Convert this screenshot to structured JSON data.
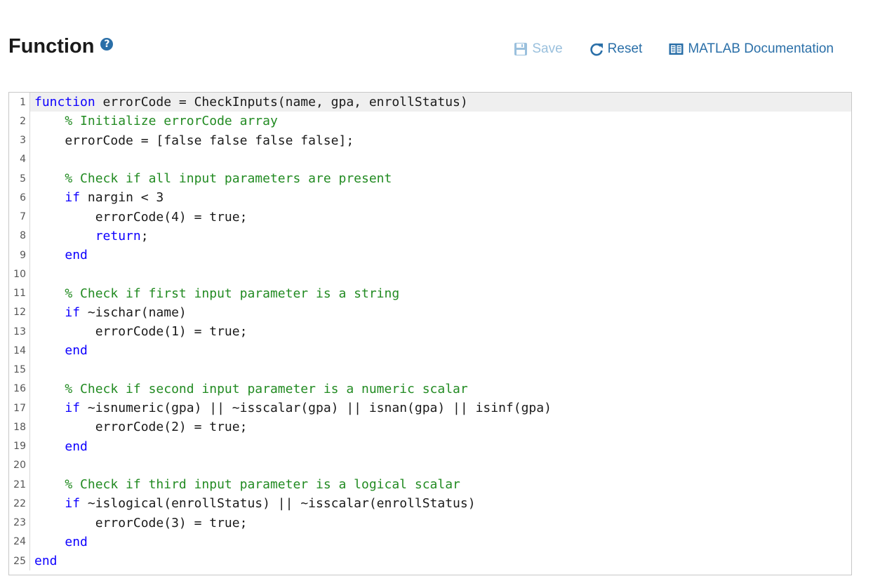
{
  "header": {
    "title": "Function",
    "help_icon": "question-circle-icon",
    "save_label": "Save",
    "reset_label": "Reset",
    "docs_label": "MATLAB Documentation"
  },
  "colors": {
    "accent": "#2a6fa8",
    "disabled": "#9ac0dd",
    "keyword": "#0e00ff",
    "comment": "#228b22"
  },
  "editor": {
    "active_line": 1,
    "lines": [
      [
        {
          "t": "function",
          "c": "kw"
        },
        {
          "t": " errorCode = CheckInputs(name, gpa, enrollStatus)"
        }
      ],
      [
        {
          "t": "    "
        },
        {
          "t": "% Initialize errorCode array",
          "c": "cm"
        }
      ],
      [
        {
          "t": "    errorCode = [false false false false];"
        }
      ],
      [
        {
          "t": ""
        }
      ],
      [
        {
          "t": "    "
        },
        {
          "t": "% Check if all input parameters are present",
          "c": "cm"
        }
      ],
      [
        {
          "t": "    "
        },
        {
          "t": "if",
          "c": "kw"
        },
        {
          "t": " nargin < 3"
        }
      ],
      [
        {
          "t": "        errorCode(4) = true;"
        }
      ],
      [
        {
          "t": "        "
        },
        {
          "t": "return",
          "c": "kw"
        },
        {
          "t": ";"
        }
      ],
      [
        {
          "t": "    "
        },
        {
          "t": "end",
          "c": "kw"
        }
      ],
      [
        {
          "t": ""
        }
      ],
      [
        {
          "t": "    "
        },
        {
          "t": "% Check if first input parameter is a string",
          "c": "cm"
        }
      ],
      [
        {
          "t": "    "
        },
        {
          "t": "if",
          "c": "kw"
        },
        {
          "t": " ~ischar(name)"
        }
      ],
      [
        {
          "t": "        errorCode(1) = true;"
        }
      ],
      [
        {
          "t": "    "
        },
        {
          "t": "end",
          "c": "kw"
        }
      ],
      [
        {
          "t": ""
        }
      ],
      [
        {
          "t": "    "
        },
        {
          "t": "% Check if second input parameter is a numeric scalar",
          "c": "cm"
        }
      ],
      [
        {
          "t": "    "
        },
        {
          "t": "if",
          "c": "kw"
        },
        {
          "t": " ~isnumeric(gpa) || ~isscalar(gpa) || isnan(gpa) || isinf(gpa)"
        }
      ],
      [
        {
          "t": "        errorCode(2) = true;"
        }
      ],
      [
        {
          "t": "    "
        },
        {
          "t": "end",
          "c": "kw"
        }
      ],
      [
        {
          "t": ""
        }
      ],
      [
        {
          "t": "    "
        },
        {
          "t": "% Check if third input parameter is a logical scalar",
          "c": "cm"
        }
      ],
      [
        {
          "t": "    "
        },
        {
          "t": "if",
          "c": "kw"
        },
        {
          "t": " ~islogical(enrollStatus) || ~isscalar(enrollStatus)"
        }
      ],
      [
        {
          "t": "        errorCode(3) = true;"
        }
      ],
      [
        {
          "t": "    "
        },
        {
          "t": "end",
          "c": "kw"
        }
      ],
      [
        {
          "t": "end",
          "c": "kw"
        }
      ]
    ]
  }
}
